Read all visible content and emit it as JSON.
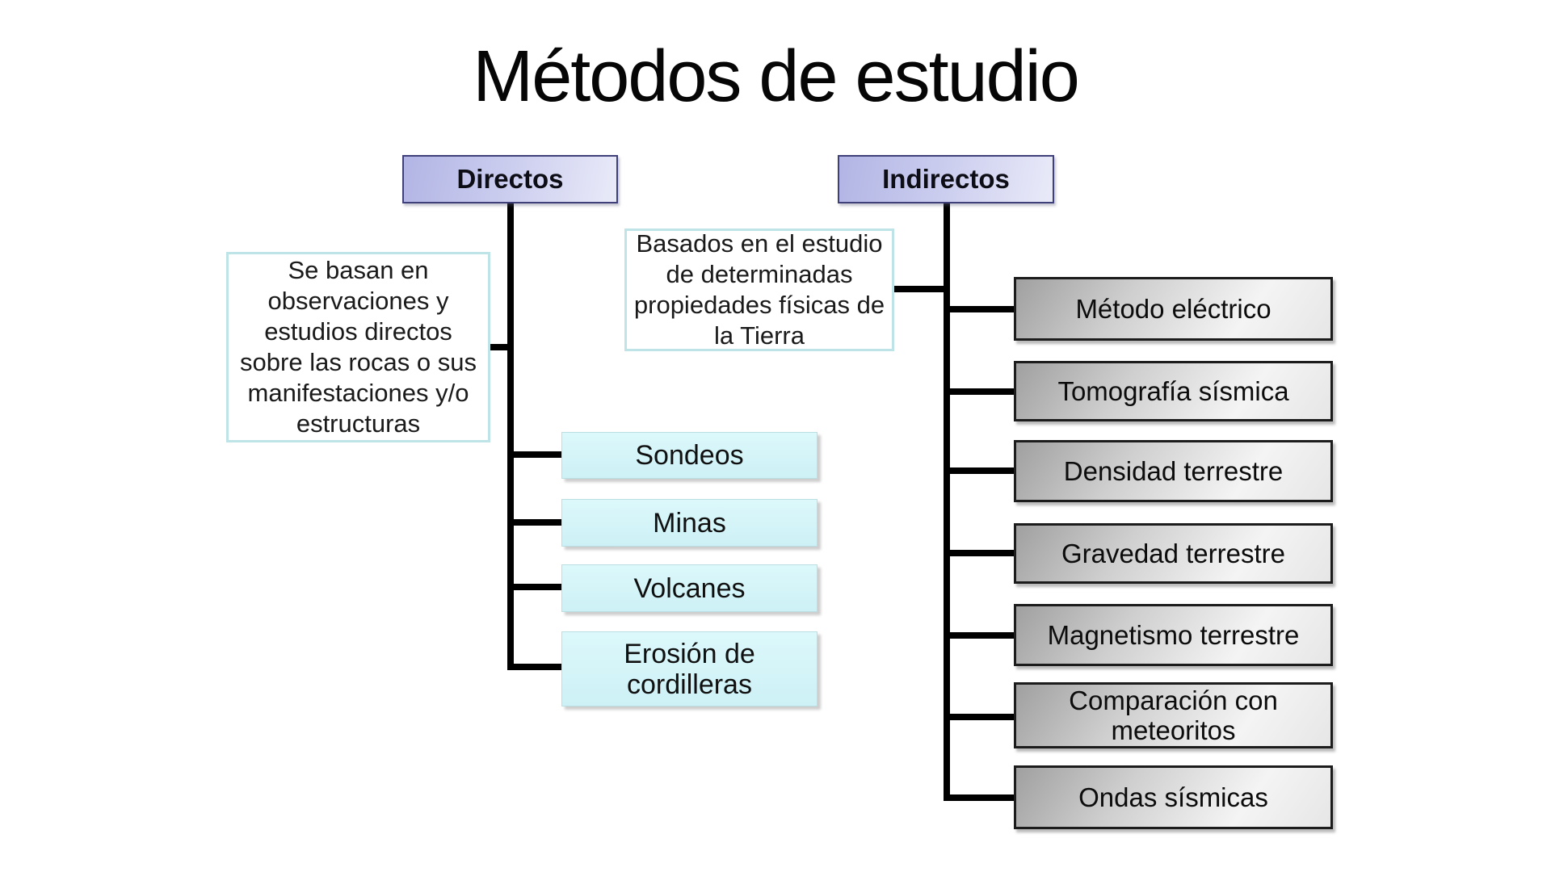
{
  "title": "Métodos de estudio",
  "directos": {
    "label": "Directos",
    "description": "Se basan en observaciones y estudios directos sobre las rocas o sus manifestaciones y/o estructuras",
    "items": [
      "Sondeos",
      "Minas",
      "Volcanes",
      "Erosión de cordilleras"
    ]
  },
  "indirectos": {
    "label": "Indirectos",
    "description": "Basados en el estudio de determinadas propiedades físicas de la Tierra",
    "items": [
      "Método eléctrico",
      "Tomografía sísmica",
      "Densidad terrestre",
      "Gravedad terrestre",
      "Magnetismo terrestre",
      "Comparación con meteoritos",
      "Ondas sísmicas"
    ]
  },
  "colors": {
    "header_fill_start": "#b2b5e4",
    "header_fill_end": "#e9eaf8",
    "header_border": "#3f3f7a",
    "cyan_fill": "#d4f4f9",
    "cyan_border": "#b9dfe3",
    "description_border": "#bfe4e8",
    "gray_fill_dark": "#a0a0a0",
    "gray_fill_light": "#f4f4f4",
    "gray_border": "#1c1c1c",
    "connector": "#000000"
  }
}
